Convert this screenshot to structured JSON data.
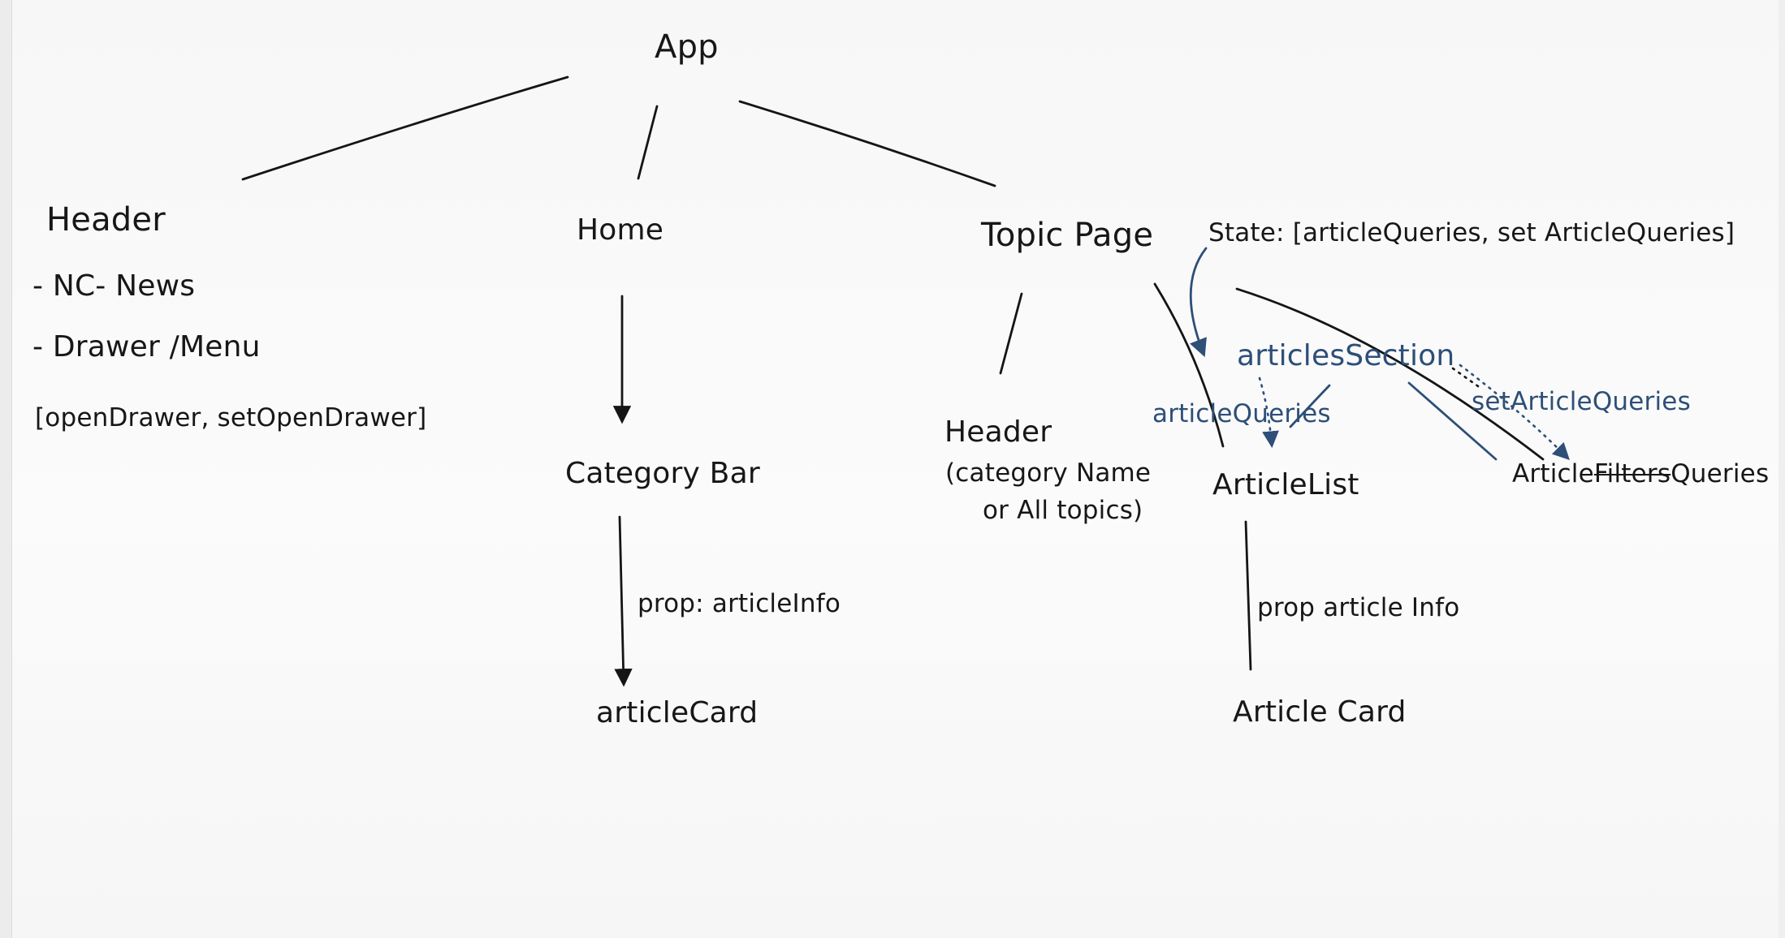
{
  "nodes": {
    "app": "App",
    "header": "Header",
    "nc_news": "- NC- News",
    "drawer_menu": "- Drawer /Menu",
    "open_drawer_state": "[openDrawer, setOpenDrawer]",
    "home": "Home",
    "category_bar": "Category Bar",
    "prop_article_info_left": "prop: articleInfo",
    "article_card_left": "articleCard",
    "topic_page": "Topic Page",
    "state": "State: [articleQueries, set ArticleQueries]",
    "topic_header": "Header",
    "category_name": "(category Name",
    "or_all_topics": "or All topics)",
    "article_list": "ArticleList",
    "prop_article_info_right": "prop article Info",
    "article_card_right": "Article Card",
    "articles_section": "articlesSection",
    "article_queries": "articleQueries",
    "set_article_queries": "setArticleQueries",
    "article_filters_queries_prefix": "Article",
    "article_filters_strike": "Filters",
    "article_filters_queries_suffix": "Queries"
  }
}
